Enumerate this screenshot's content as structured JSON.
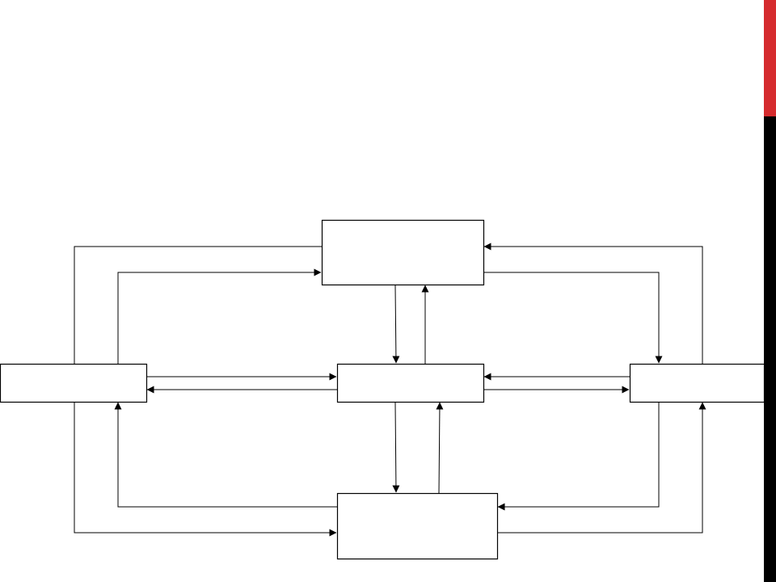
{
  "colors": {
    "accent_bar_top": "#d52b2e",
    "accent_bar_bottom": "#000000",
    "line": "#000000",
    "box_fill": "#ffffff"
  },
  "diagram": {
    "nodes": [
      {
        "id": "top",
        "label": ""
      },
      {
        "id": "left",
        "label": ""
      },
      {
        "id": "center",
        "label": ""
      },
      {
        "id": "right",
        "label": ""
      },
      {
        "id": "bottom",
        "label": ""
      }
    ],
    "edges": [
      {
        "from": "top",
        "to": "left"
      },
      {
        "from": "left",
        "to": "top"
      },
      {
        "from": "right",
        "to": "top"
      },
      {
        "from": "top",
        "to": "right"
      },
      {
        "from": "top",
        "to": "center"
      },
      {
        "from": "center",
        "to": "top"
      },
      {
        "from": "left",
        "to": "center"
      },
      {
        "from": "center",
        "to": "left"
      },
      {
        "from": "right",
        "to": "center"
      },
      {
        "from": "center",
        "to": "right"
      },
      {
        "from": "center",
        "to": "bottom"
      },
      {
        "from": "bottom",
        "to": "center"
      },
      {
        "from": "bottom",
        "to": "left"
      },
      {
        "from": "left",
        "to": "bottom"
      },
      {
        "from": "right",
        "to": "bottom"
      },
      {
        "from": "bottom",
        "to": "right"
      }
    ]
  }
}
